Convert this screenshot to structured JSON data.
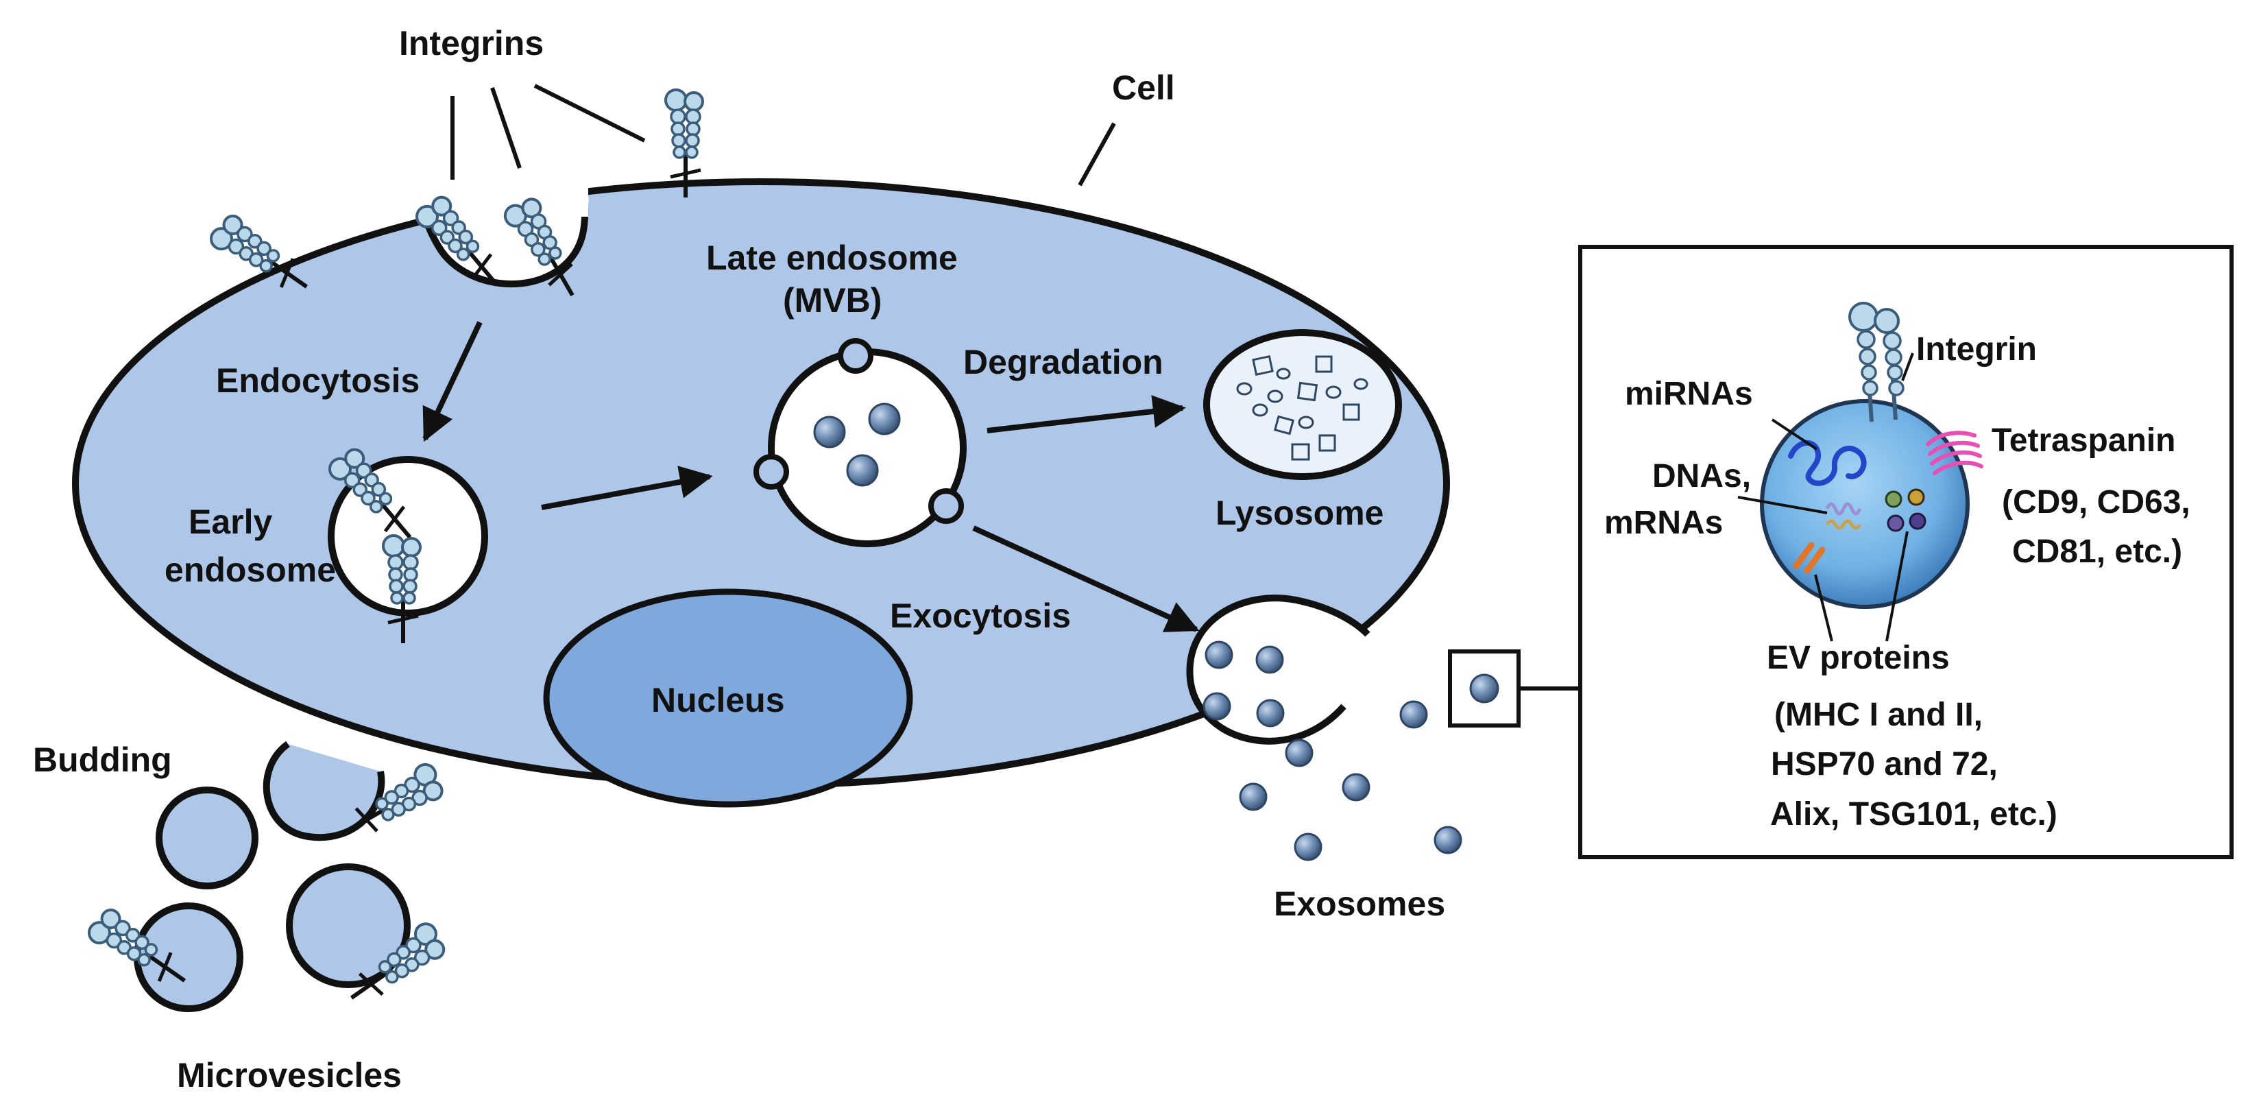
{
  "labels": {
    "integrins": "Integrins",
    "cell": "Cell",
    "late_endosome_line1": "Late endosome",
    "late_endosome_line2": "(MVB)",
    "degradation": "Degradation",
    "endocytosis": "Endocytosis",
    "early_endosome_line1": "Early",
    "early_endosome_line2": "endosome",
    "lysosome": "Lysosome",
    "exocytosis": "Exocytosis",
    "nucleus": "Nucleus",
    "budding": "Budding",
    "microvesicles": "Microvesicles",
    "exosomes": "Exosomes"
  },
  "inset": {
    "integrin": "Integrin",
    "mirnas": "miRNAs",
    "tetraspanin": "Tetraspanin",
    "tetraspanin_examples_line1": "(CD9, CD63,",
    "tetraspanin_examples_line2": "CD81, etc.)",
    "dnas_line1": "DNAs,",
    "dnas_line2": "mRNAs",
    "ev_proteins": "EV proteins",
    "ev_examples_line1": "(MHC I and II,",
    "ev_examples_line2": "HSP70 and 72,",
    "ev_examples_line3": "Alix, TSG101, etc.)"
  },
  "colors": {
    "cell_fill": "#aec6e8",
    "nucleus_fill": "#7fa8dd",
    "vesicle_fill": "#ffffff",
    "exosome_dot": "#5f7fa6",
    "integrin_bead": "#bcd9ec",
    "mirna": "#2545c8",
    "tetraspanin": "#e84fb5",
    "ev_protein": "#e0762a",
    "dna": "#9b8fd6",
    "mrna": "#c8a24f"
  }
}
